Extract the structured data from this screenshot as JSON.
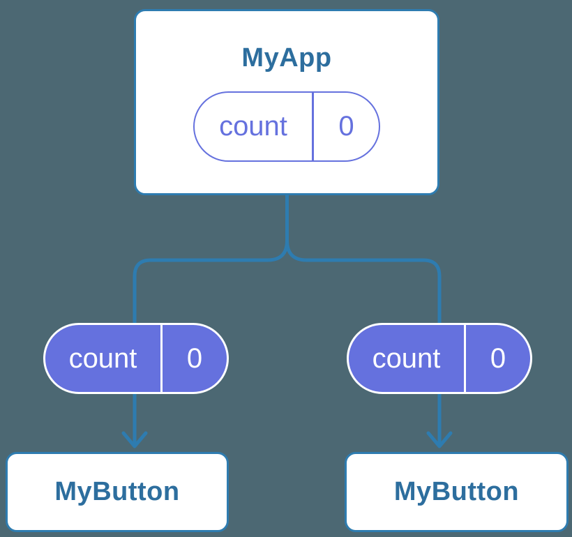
{
  "diagram": {
    "description": "Component tree with shared state",
    "colors": {
      "background": "#4C6873",
      "edge": "#2E7CB0",
      "component_label": "#2D6E9E",
      "state_purple": "#6571DE",
      "node_fill": "#FFFFFF",
      "pill_text_on_purple": "#FFFFFF"
    },
    "root": {
      "label": "MyApp",
      "state": {
        "key": "count",
        "value": "0"
      }
    },
    "children": [
      {
        "label": "MyButton",
        "state": {
          "key": "count",
          "value": "0"
        }
      },
      {
        "label": "MyButton",
        "state": {
          "key": "count",
          "value": "0"
        }
      }
    ]
  }
}
